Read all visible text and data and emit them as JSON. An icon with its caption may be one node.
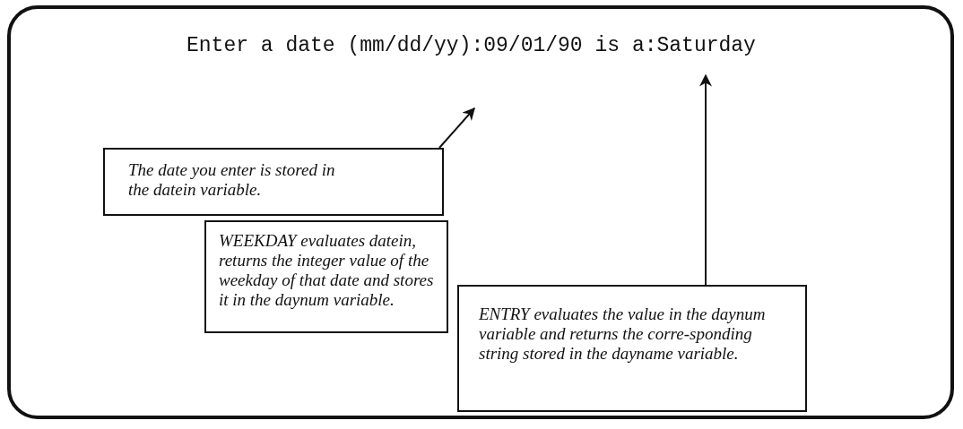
{
  "diagram": {
    "nodes": [
      {
        "text": [
          "Enter a date (mm/dd/yy):09/01/90 is a:Saturday"
        ]
      },
      {
        "text": [
          "The date you enter is stored in the datein variable."
        ],
        "in": 0
      },
      {
        "text": [
          "WEEKDAY evaluates datein, returns the integer value of the weekday of that date and stores it in the daynum variable."
        ],
        "in": 0
      },
      {
        "text": [
          "ENTRY evaluates the value in the daynum variable and returns the corre-sponding string stored in the dayname variable."
        ],
        "in": 0
      }
    ],
    "edges": [
      {
        "from": 1,
        "to": null,
        "arrow": "to"
      },
      {
        "from": 3,
        "to": null,
        "arrow": "to"
      }
    ]
  }
}
